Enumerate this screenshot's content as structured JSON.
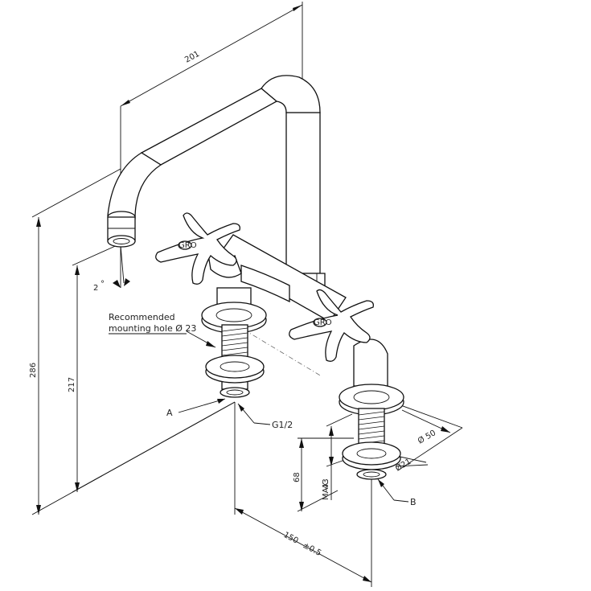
{
  "dimensions": {
    "spout_reach": "201",
    "total_height": "286",
    "spout_height": "217",
    "spout_angle": "2",
    "degree_symbol": "°",
    "centers": "150",
    "centers_tol": "±0.5",
    "shank_length": "68",
    "max_thickness": "43",
    "max_label": "MAX.",
    "flange_diameter": "Ø 50",
    "shank_diameter": "Ø21"
  },
  "notes": {
    "mounting_line1": "Recommended",
    "mounting_line2": "mounting hole Ø 23",
    "thread": "G1/2",
    "label_a": "A",
    "label_b": "B"
  },
  "handles": {
    "logo": "GRO"
  }
}
